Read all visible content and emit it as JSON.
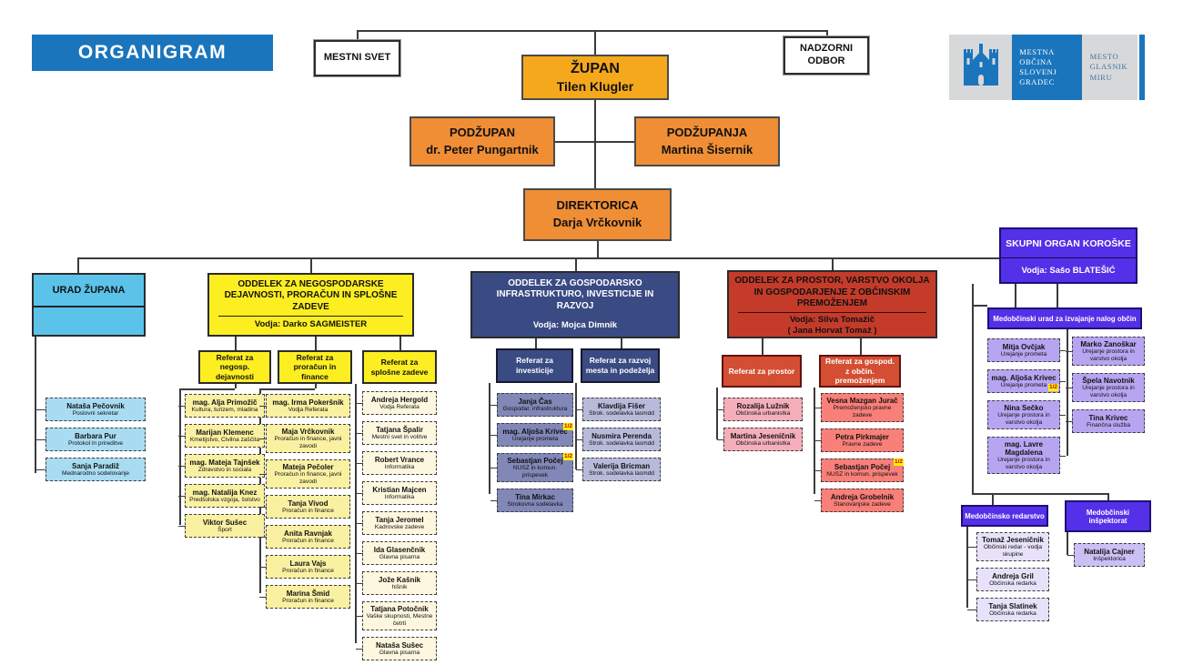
{
  "title": "ORGANIGRAM",
  "logo": {
    "org": "MESTNA\nOBČINA\nSLOVENJ\nGRADEC",
    "motto": "MESTO\nGLASNIK\nMIRU",
    "castle_icon": "castle-icon"
  },
  "colors": {
    "brand_blue": "#1B75BC",
    "gold": "#F5A81C",
    "orange": "#EF8E35",
    "light_blue": "#5BC3EA",
    "yellow": "#FCEE21",
    "dark_blue": "#3A4A82",
    "red": "#C43B2A",
    "purple": "#5430E8",
    "half_tag_bg": "#FFF200",
    "half_tag_text": "#C00000"
  },
  "top": {
    "mestni_svet": "MESTNI SVET",
    "nadzorni_odbor": "NADZORNI\nODBOR",
    "zupan": {
      "title": "ŽUPAN",
      "name": "Tilen Klugler"
    },
    "podzupan": {
      "title": "PODŽUPAN",
      "name": "dr. Peter Pungartnik"
    },
    "podzupanja": {
      "title": "PODŽUPANJA",
      "name": "Martina Šisernik"
    },
    "direktorica": {
      "title": "DIREKTORICA",
      "name": "Darja Vrčkovnik"
    }
  },
  "urad_zupana": {
    "title": "URAD ŽUPANA",
    "people": [
      {
        "name": "Nataša Pečovnik",
        "role": "Poslovni sekretar"
      },
      {
        "name": "Barbara Pur",
        "role": "Protokol in prireditve"
      },
      {
        "name": "Sanja Paradiž",
        "role": "Mednarodno sodelovanje"
      }
    ]
  },
  "negospodarske": {
    "title": "ODDELEK ZA NEGOSPODARSKE DEJAVNOSTI, PRORAČUN IN SPLOŠNE ZADEVE",
    "vodja": "Vodja: Darko SAGMEISTER",
    "ref1": {
      "label": "Referat za negosp. dejavnosti",
      "people": [
        {
          "name": "mag. Alja Primožič",
          "role": "Kultura, turizem, mladina"
        },
        {
          "name": "Marijan Klemenc",
          "role": "Kmetijstvo, Civilna zaščita"
        },
        {
          "name": "mag. Mateja Tajnšek",
          "role": "Zdravstvo in sociala"
        },
        {
          "name": "mag. Natalija Knez",
          "role": "Predšolska vzgoja, šolstvo"
        },
        {
          "name": "Viktor Sušec",
          "role": "Šport"
        }
      ]
    },
    "ref2": {
      "label": "Referat za proračun in finance",
      "people": [
        {
          "name": "mag. Irma Pokeršnik",
          "role": "Vodja Referata"
        },
        {
          "name": "Maja Vrčkovnik",
          "role": "Proračun in finance, javni zavodi"
        },
        {
          "name": "Mateja Pečoler",
          "role": "Proračun in finance, javni zavodi"
        },
        {
          "name": "Tanja Vivod",
          "role": "Proračun in finance"
        },
        {
          "name": "Anita Ravnjak",
          "role": "Proračun in finance"
        },
        {
          "name": "Laura Vajs",
          "role": "Proračun in finance"
        },
        {
          "name": "Marina Šmid",
          "role": "Proračun in finance"
        }
      ]
    },
    "ref3": {
      "label": "Referat za splošne zadeve",
      "people": [
        {
          "name": "Andreja Hergold",
          "role": "Vodja Referata"
        },
        {
          "name": "Tatjana Špalir",
          "role": "Mestni svet in volitve"
        },
        {
          "name": "Robert Vrance",
          "role": "Informatika"
        },
        {
          "name": "Kristian Majcen",
          "role": "Informatika"
        },
        {
          "name": "Tanja Jeromel",
          "role": "Kadrovske zadeve"
        },
        {
          "name": "Ida Glasenčnik",
          "role": "Glavna pisarna"
        },
        {
          "name": "Jože Kašnik",
          "role": "hišnik"
        },
        {
          "name": "Tatjana Potočnik",
          "role": "Vaške skupnosti, Mestne četrti"
        },
        {
          "name": "Nataša Sušec",
          "role": "Glavna pisarna"
        }
      ]
    }
  },
  "gospodarska": {
    "title": "ODDELEK ZA GOSPODARSKO INFRASTRUKTURO, INVESTICIJE IN RAZVOJ",
    "vodja": "Vodja: Mojca Dimnik",
    "ref1": {
      "label": "Referat za investicije",
      "people": [
        {
          "name": "Janja Čas",
          "role": "Gospodar. infrastruktura"
        },
        {
          "name": "mag. Aljoša Krivec",
          "role": "Urejanje prometa",
          "tag": "1/2"
        },
        {
          "name": "Sebastjan Počej",
          "role": "NUSZ in komun. prispevek",
          "tag": "1/2"
        },
        {
          "name": "Tina Mirkac",
          "role": "Strokovna sodelavka"
        }
      ]
    },
    "ref2": {
      "label": "Referat za razvoj mesta in podeželja",
      "people": [
        {
          "name": "Klavdija Fišer",
          "role": "Strok. sodelavka lasmdd"
        },
        {
          "name": "Nusmira Perenda",
          "role": "Strok. sodelavka lasmdd"
        },
        {
          "name": "Valerija Bricman",
          "role": "Strok. sodelavka lasmdd"
        }
      ]
    }
  },
  "prostor": {
    "title": "ODDELEK ZA PROSTOR, VARSTVO OKOLJA IN GOSPODARJENJE Z OBČINSKIM PREMOŽENJEM",
    "vodja": "Vodja: Silva Tomažič",
    "vodja2": "( Jana Horvat Tomaž )",
    "ref1": {
      "label": "Referat za prostor",
      "people": [
        {
          "name": "Rozalija Lužnik",
          "role": "Občinska urbanistka"
        },
        {
          "name": "Martina Jeseničnik",
          "role": "Občinska urbanistka"
        }
      ]
    },
    "ref2": {
      "label": "Referat za gospod. z občin. premoženjem",
      "people": [
        {
          "name": "Vesna Mazgan Jurač",
          "role": "Premoženjsko pravne zadeve"
        },
        {
          "name": "Petra Pirkmajer",
          "role": "Pravne zadeve"
        },
        {
          "name": "Sebastjan Počej",
          "role": "NUSZ in komun. prispevek",
          "tag": "1/2"
        },
        {
          "name": "Andreja Grobelnik",
          "role": "Stanovanjske zadeve"
        }
      ]
    }
  },
  "skupni_organ": {
    "title": "SKUPNI ORGAN KOROŠKE",
    "vodja": "Vodja: Sašo BLATEŠIĆ",
    "urad": {
      "label": "Medobčinski urad za izvajanje nalog občin",
      "left_people": [
        {
          "name": "Mitja Ovčjak",
          "role": "Urejanje prometa"
        },
        {
          "name": "mag. Aljoša Krivec",
          "role": "Urejanje prometa",
          "tag": "1/2",
          "tag_pos": "br"
        },
        {
          "name": "Nina Sečko",
          "role": "Urejanje prostora in varstvo okolja"
        },
        {
          "name": "mag. Lavre Magdalena",
          "role": "Urejanje prostora in varstvo okolja"
        }
      ],
      "right_people": [
        {
          "name": "Marko Zanoškar",
          "role": "Urejanje prostora in varstvo okolja"
        },
        {
          "name": "Špela Navotnik",
          "role": "Urejanje prostora in varstvo okolja"
        },
        {
          "name": "Tina Krivec",
          "role": "Finančna služba"
        }
      ]
    },
    "redarstvo": {
      "label": "Medobčinsko redarstvo",
      "people": [
        {
          "name": "Tomaž Jeseničnik",
          "role": "Občinski redar - vodja skupine"
        },
        {
          "name": "Andreja Gril",
          "role": "Občinska redarka"
        },
        {
          "name": "Tanja Slatinek",
          "role": "Občinska redarka"
        }
      ]
    },
    "inspektorat": {
      "label": "Medobčinski inšpektorat",
      "people": [
        {
          "name": "Natalija Cajner",
          "role": "Inšpektorica"
        }
      ]
    }
  }
}
